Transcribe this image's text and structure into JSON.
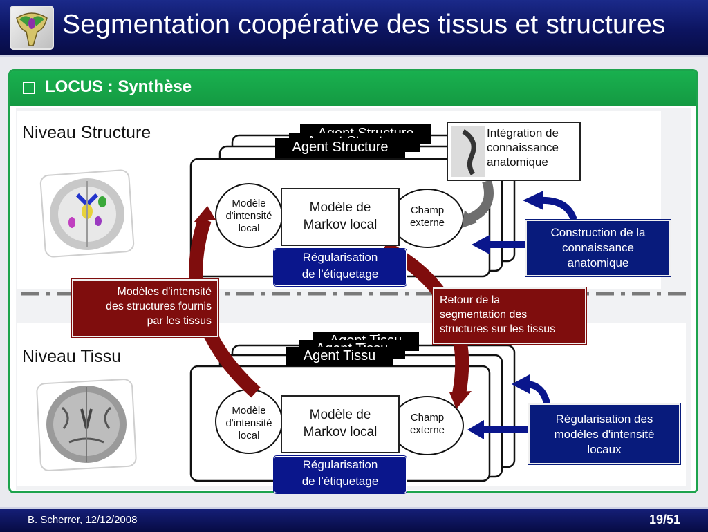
{
  "title": "Segmentation coopérative des tissus et structures",
  "panel": {
    "title": "LOCUS : Synthèse"
  },
  "structure_level": {
    "label": "Niveau Structure",
    "agent_stack": [
      "Agent Structure",
      "Agent Structure",
      "Agent Structure"
    ],
    "intensity_model": [
      "Modèle",
      "d'intensité",
      "local"
    ],
    "markov_model": [
      "Modèle de",
      "Markov local"
    ],
    "external_field": [
      "Champ",
      "externe"
    ],
    "regularization": [
      "Régularisation",
      "de l’étiquetage"
    ],
    "integration": [
      "Intégration de",
      "connaissance",
      "anatomique"
    ],
    "construction": [
      "Construction de la",
      "connaissance",
      "anatomique"
    ]
  },
  "tissue_level": {
    "label": "Niveau Tissu",
    "agent_stack": [
      "Agent Tissu",
      "Agent Tissu",
      "Agent Tissu"
    ],
    "intensity_model": [
      "Modèle",
      "d'intensité",
      "local"
    ],
    "markov_model": [
      "Modèle de",
      "Markov local"
    ],
    "external_field": [
      "Champ",
      "externe"
    ],
    "regularization": [
      "Régularisation",
      "de l’étiquetage"
    ],
    "local_models": [
      "Régularisation des",
      "modèles d'intensité",
      "locaux"
    ]
  },
  "flows": {
    "structures_from_tissues": [
      "Modèles d'intensité",
      "des structures fournis",
      "par les tissus"
    ],
    "feedback": [
      "Retour de la",
      "segmentation des",
      "structures sur les tissus"
    ]
  },
  "footer": {
    "author_date": "B. Scherrer, 12/12/2008",
    "page": "19/51"
  },
  "colors": {
    "title_bg": "#0c1460",
    "panel_green": "#1da34c",
    "blue": "#081b7c",
    "dark_red": "#7f0d0d"
  }
}
